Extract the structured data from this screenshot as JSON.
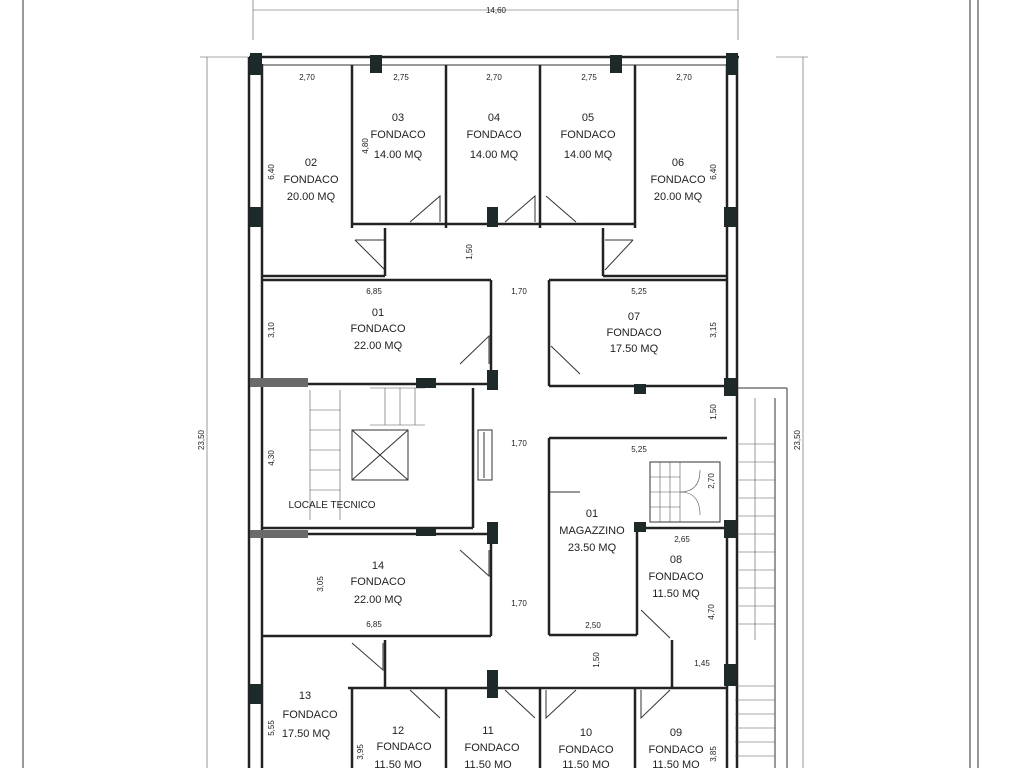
{
  "overall": {
    "width": "14,60",
    "height_left": "23,50",
    "height_right": "23,50"
  },
  "rooms": [
    {
      "id": "r02",
      "number": "02",
      "use": "FONDACO",
      "area": "20.00 MQ"
    },
    {
      "id": "r03",
      "number": "03",
      "use": "FONDACO",
      "area": "14.00 MQ"
    },
    {
      "id": "r04",
      "number": "04",
      "use": "FONDACO",
      "area": "14.00 MQ"
    },
    {
      "id": "r05",
      "number": "05",
      "use": "FONDACO",
      "area": "14.00 MQ"
    },
    {
      "id": "r06",
      "number": "06",
      "use": "FONDACO",
      "area": "20.00 MQ"
    },
    {
      "id": "r01",
      "number": "01",
      "use": "FONDACO",
      "area": "22.00 MQ"
    },
    {
      "id": "r07",
      "number": "07",
      "use": "FONDACO",
      "area": "17.50 MQ"
    },
    {
      "id": "r01m",
      "number": "01",
      "use": "MAGAZZINO",
      "area": "23.50 MQ"
    },
    {
      "id": "r08",
      "number": "08",
      "use": "FONDACO",
      "area": "11.50 MQ"
    },
    {
      "id": "r14",
      "number": "14",
      "use": "FONDACO",
      "area": "22.00 MQ"
    },
    {
      "id": "r13",
      "number": "13",
      "use": "FONDACO",
      "area": "17.50 MQ"
    },
    {
      "id": "r12",
      "number": "12",
      "use": "FONDACO",
      "area": "11.50 MQ"
    },
    {
      "id": "r11",
      "number": "11",
      "use": "FONDACO",
      "area": "11.50 MQ"
    },
    {
      "id": "r10",
      "number": "10",
      "use": "FONDACO",
      "area": "11.50 MQ"
    },
    {
      "id": "r09",
      "number": "09",
      "use": "FONDACO",
      "area": "11.50 MQ"
    }
  ],
  "locale_tecnico": "LOCALE TECNICO",
  "dims": {
    "top_w1": "2,70",
    "top_w2": "2,75",
    "top_w3": "2,70",
    "top_w4": "2,75",
    "top_w5": "2,70",
    "h02": "6,40",
    "h03": "4,80",
    "h06": "6,40",
    "corridor_top": "1,50",
    "w01": "6,85",
    "corr1": "1,70",
    "w07": "5,25",
    "h01": "3,10",
    "h07": "3,15",
    "mid_right": "1,50",
    "corr2": "1,70",
    "w01m": "5,25",
    "h_tech": "4,30",
    "h_stair": "2,70",
    "w08": "2,65",
    "h14": "3,05",
    "corr3": "1,70",
    "w14": "6,85",
    "w01m_bot": "2,50",
    "h08": "4,70",
    "corridor_bot": "1,50",
    "w_right_bot": "1,45",
    "h13": "5,55",
    "h12": "3,95",
    "h09": "3,85"
  }
}
